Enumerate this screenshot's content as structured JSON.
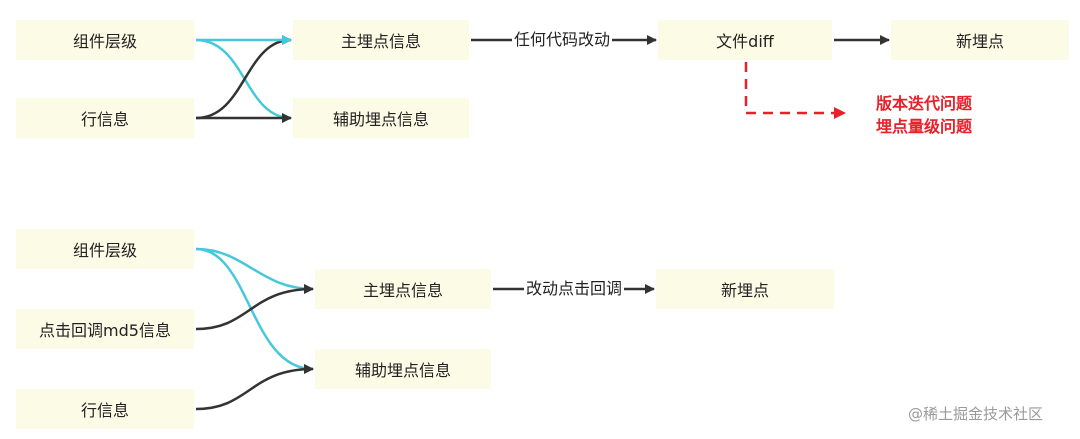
{
  "colors": {
    "box_fill": "#fbfbe6",
    "dark_arrow": "#333333",
    "cyan_arrow": "#46c8dc",
    "red_dashed": "#e8202a",
    "text": "#222222",
    "watermark": "#9a9a9a"
  },
  "top_flow": {
    "nodes": {
      "component_hierarchy": "组件层级",
      "row_info": "行信息",
      "main_tracking_info": "主埋点信息",
      "aux_tracking_info": "辅助埋点信息",
      "file_diff": "文件diff",
      "new_tracking_point": "新埋点"
    },
    "edge_labels": {
      "any_code_change": "任何代码改动"
    },
    "issues_note": [
      "版本迭代问题",
      "埋点量级问题"
    ]
  },
  "bottom_flow": {
    "nodes": {
      "component_hierarchy": "组件层级",
      "click_callback_md5": "点击回调md5信息",
      "row_info": "行信息",
      "main_tracking_info": "主埋点信息",
      "aux_tracking_info": "辅助埋点信息",
      "new_tracking_point": "新埋点"
    },
    "edge_labels": {
      "change_click_callback": "改动点击回调"
    }
  },
  "watermark": "@稀土掘金技术社区"
}
